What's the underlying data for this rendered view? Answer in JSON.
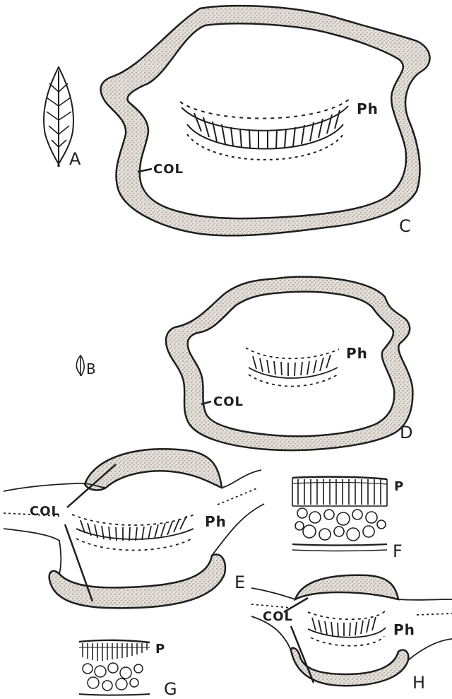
{
  "figure": {
    "panels": {
      "A": {
        "letter": "A",
        "subject": "leaf outline"
      },
      "B": {
        "letter": "B",
        "subject": "small leaf outline"
      },
      "C": {
        "letter": "C",
        "subject": "petiole cross-section",
        "collenchyma_label": "COL",
        "phloem_label": "Ph"
      },
      "D": {
        "letter": "D",
        "subject": "petiole cross-section",
        "collenchyma_label": "COL",
        "phloem_label": "Ph"
      },
      "E": {
        "letter": "E",
        "subject": "midrib cross-section with lamina",
        "collenchyma_label": "COL",
        "phloem_label": "Ph"
      },
      "F": {
        "letter": "F",
        "subject": "lamina tissue detail",
        "palisade_label": "P"
      },
      "G": {
        "letter": "G",
        "subject": "lamina tissue detail",
        "palisade_label": "P"
      },
      "H": {
        "letter": "H",
        "subject": "midrib cross-section with lamina",
        "collenchyma_label": "COL",
        "phloem_label": "Ph"
      }
    },
    "colors": {
      "ink": "#1e1e1e",
      "stipple": "#ded9d2",
      "paper": "#ffffff"
    }
  }
}
